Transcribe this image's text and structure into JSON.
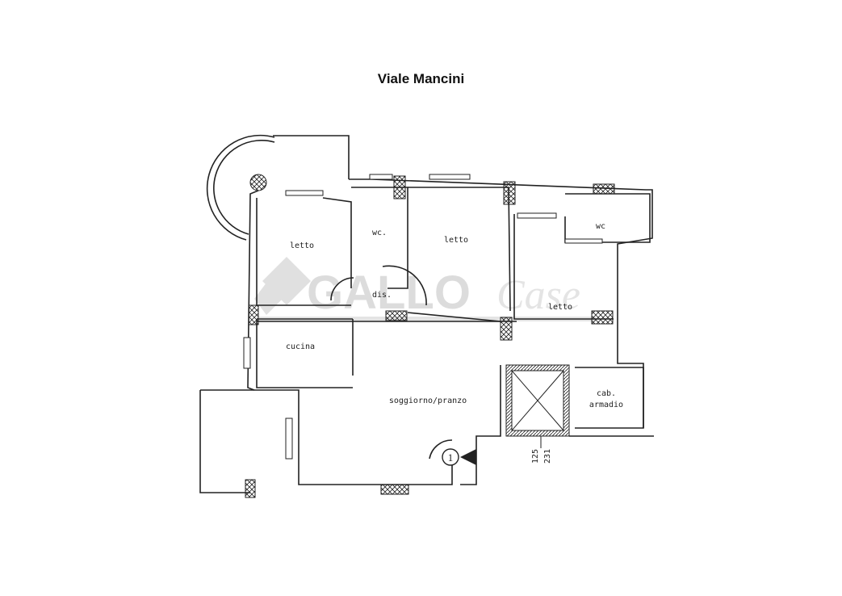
{
  "title": "Viale Mancini",
  "watermark": {
    "brand": "GALLO",
    "suffix": "Case"
  },
  "rooms": {
    "letto_left": "letto",
    "wc_left": "wc.",
    "letto_center": "letto",
    "wc_right": "wc",
    "letto_right": "letto",
    "dis": "dis.",
    "cucina": "cucina",
    "soggiorno": "soggiorno/pranzo",
    "cab_line1": "cab.",
    "cab_line2": "armadio"
  },
  "dimensions": {
    "top": "125",
    "bottom": "231"
  },
  "entrance_marker": "1"
}
